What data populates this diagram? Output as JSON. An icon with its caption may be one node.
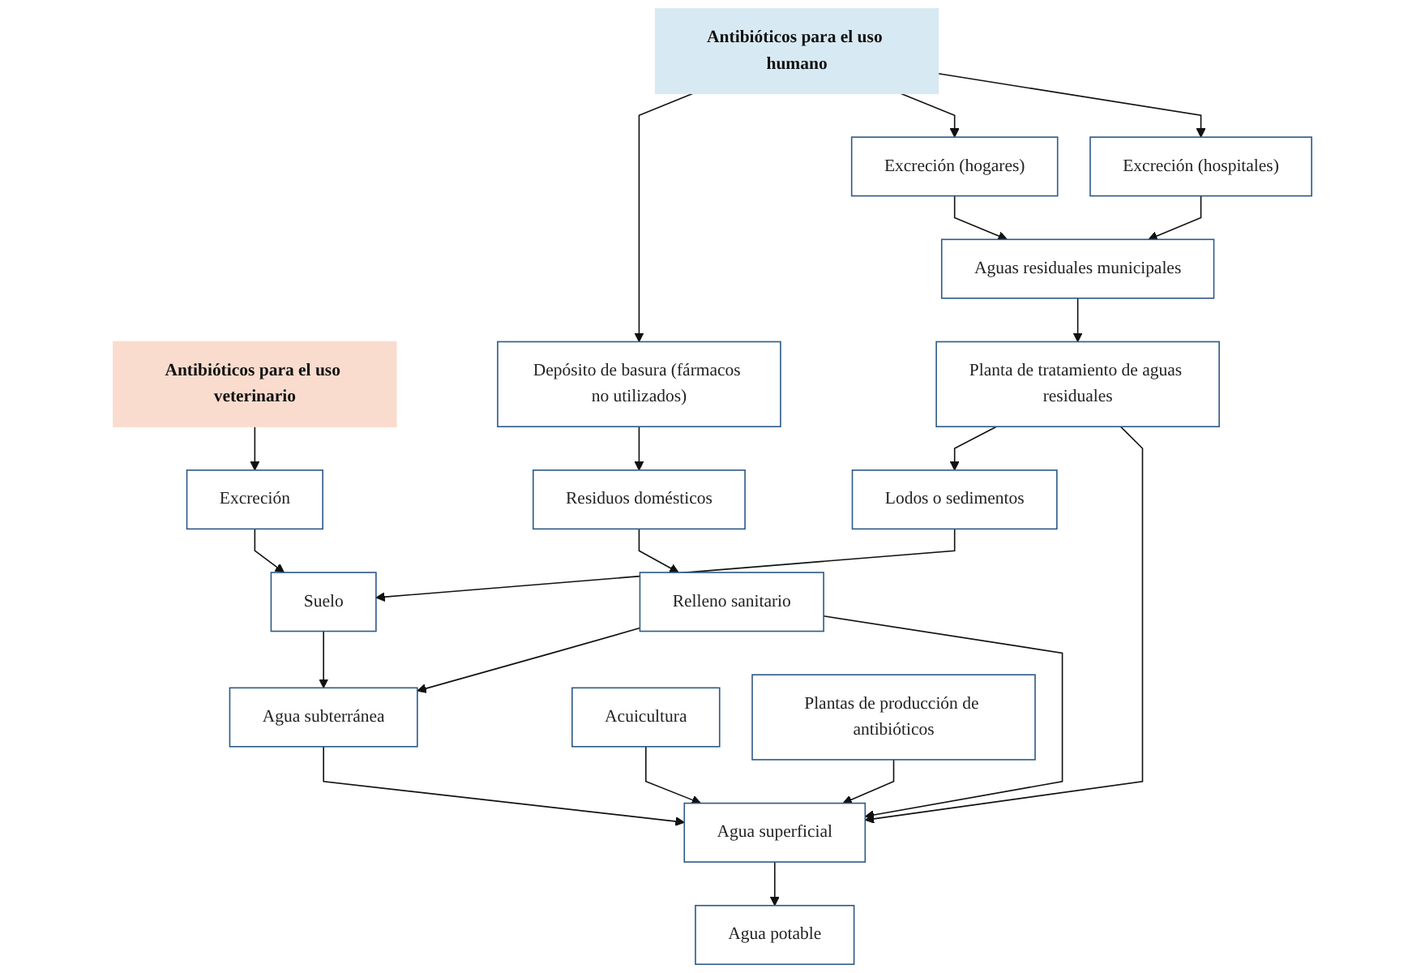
{
  "diagram": {
    "nodes": [
      {
        "text": [
          "Antibióticos para el uso humano"
        ]
      },
      {
        "text": [
          "Antibióticos para el uso veterinario"
        ]
      },
      {
        "text": [
          "Excreción (hospitales)"
        ]
      },
      {
        "text": [
          "Excreción (hogares)"
        ]
      },
      {
        "text": [
          "Depósito de basura (fármacos no utilizados)"
        ]
      },
      {
        "text": [
          "Excreción"
        ]
      },
      {
        "text": [
          "Aguas residuales municipales"
        ]
      },
      {
        "text": [
          "Residuos domésticos"
        ]
      },
      {
        "text": [
          "Planta de tratamiento de aguas residuales"
        ]
      },
      {
        "text": [
          "Relleno sanitario"
        ]
      },
      {
        "text": [
          "Suelo"
        ]
      },
      {
        "text": [
          "Lodos o sedimentos"
        ]
      },
      {
        "text": [
          "Agua superficial"
        ]
      },
      {
        "text": [
          "Agua subterránea"
        ]
      },
      {
        "text": [
          "Acuicultura"
        ]
      },
      {
        "text": [
          "Plantas de producción de antibióticos"
        ]
      },
      {
        "text": [
          "Agua potable"
        ]
      }
    ],
    "edges": [
      {
        "from": 0,
        "to": 2,
        "arrow": "to"
      },
      {
        "from": 0,
        "to": 3,
        "arrow": "to"
      },
      {
        "from": 0,
        "to": 4,
        "arrow": "to"
      },
      {
        "from": 1,
        "to": 5,
        "arrow": "to"
      },
      {
        "from": 2,
        "to": 6,
        "arrow": "to"
      },
      {
        "from": 3,
        "to": 6,
        "arrow": "to"
      },
      {
        "from": 4,
        "to": 7,
        "arrow": "to"
      },
      {
        "from": 6,
        "to": 8,
        "arrow": "to"
      },
      {
        "from": 7,
        "to": 9,
        "arrow": "to"
      },
      {
        "from": 5,
        "to": 10,
        "arrow": "to"
      },
      {
        "from": 8,
        "to": 12,
        "arrow": "to"
      },
      {
        "from": 8,
        "to": 11,
        "arrow": "to"
      },
      {
        "from": 9,
        "to": 12,
        "arrow": "to"
      },
      {
        "from": 9,
        "to": 13,
        "arrow": "to"
      },
      {
        "from": 11,
        "to": 10,
        "arrow": "to"
      },
      {
        "from": 10,
        "to": 13,
        "arrow": "to"
      },
      {
        "from": 13,
        "to": 12,
        "arrow": "to"
      },
      {
        "from": 12,
        "to": 16,
        "arrow": "to"
      },
      {
        "from": 14,
        "to": 12,
        "arrow": "to"
      },
      {
        "from": 15,
        "to": 12,
        "arrow": "to"
      }
    ]
  }
}
